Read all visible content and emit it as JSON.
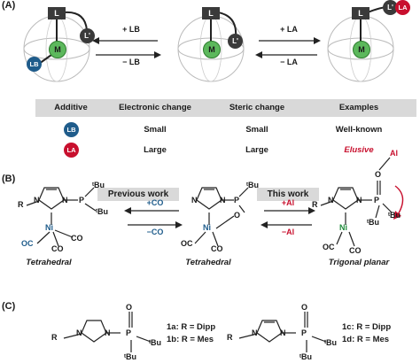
{
  "panel_a": {
    "label": "(A)",
    "arrows": {
      "lb_forward": "+ LB",
      "lb_reverse": "− LB",
      "la_forward": "+ LA",
      "la_reverse": "− LA"
    },
    "atoms": {
      "metal": "M",
      "ligand": "L",
      "ligand_prime": "L'",
      "lewis_base": "LB",
      "lewis_acid": "LA"
    },
    "table": {
      "headers": [
        "Additive",
        "Electronic change",
        "Steric change",
        "Examples"
      ],
      "rows": [
        {
          "additive": "LB",
          "electronic": "Small",
          "steric": "Small",
          "examples": "Well-known"
        },
        {
          "additive": "LA",
          "electronic": "Large",
          "steric": "Large",
          "examples": "Elusive"
        }
      ]
    },
    "colors": {
      "lb": "#1f5c8b",
      "la": "#c8102e",
      "metal": "#5cb85c",
      "ligand_box": "#3a3a3a",
      "table_header": "#d9d9d9"
    }
  },
  "panel_b": {
    "label": "(B)",
    "banner_previous": "Previous work",
    "banner_this": "This work",
    "arrows": {
      "co_forward": "+CO",
      "co_reverse": "−CO",
      "al_forward": "+Al",
      "al_reverse": "−Al"
    },
    "captions": [
      "Tetrahedral",
      "Tetrahedral",
      "Trigonal planar"
    ],
    "atoms": {
      "r": "R",
      "n": "N",
      "p": "P",
      "o": "O",
      "ni": "Ni",
      "co": "CO",
      "oc": "OC",
      "al": "Al",
      "tbu": "ᵗBu"
    }
  },
  "panel_c": {
    "label": "(C)",
    "compounds": [
      "1a: R = Dipp",
      "1b: R = Mes",
      "1c: R = Dipp",
      "1d: R = Mes"
    ]
  }
}
